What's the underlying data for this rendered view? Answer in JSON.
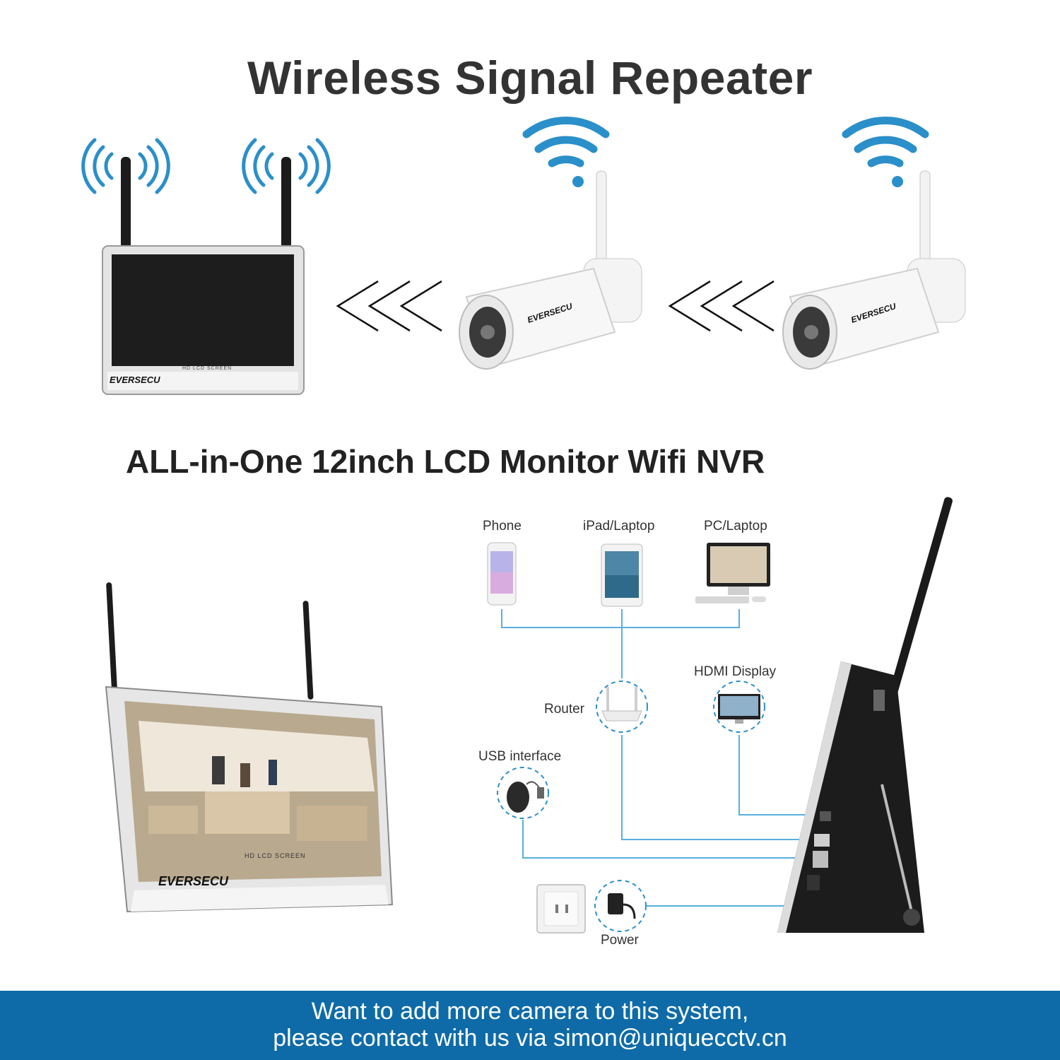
{
  "title": "Wireless Signal Repeater",
  "subtitle": "ALL-in-One 12inch LCD Monitor Wifi NVR",
  "brand": "EVERSECU",
  "screen_text": "HD LCD SCREEN",
  "devices": {
    "phone": "Phone",
    "ipad": "iPad/Laptop",
    "pc": "PC/Laptop",
    "router": "Router",
    "hdmi": "HDMI Display",
    "usb": "USB interface",
    "power": "Power"
  },
  "footer": {
    "line1": "Want to add more camera to this system,",
    "line2": "please contact with us via simon@uniquecctv.cn"
  },
  "colors": {
    "accent_blue": "#2b8fc9",
    "footer_bg": "#0e6ba8",
    "line_blue": "#5aaee0"
  },
  "icons": [
    "wifi-signal-icon",
    "radio-wave-icon",
    "chevron-left-icon",
    "phone-icon",
    "tablet-icon",
    "pc-icon",
    "router-icon",
    "hdmi-display-icon",
    "mouse-icon",
    "power-adapter-icon",
    "wall-socket-icon"
  ]
}
